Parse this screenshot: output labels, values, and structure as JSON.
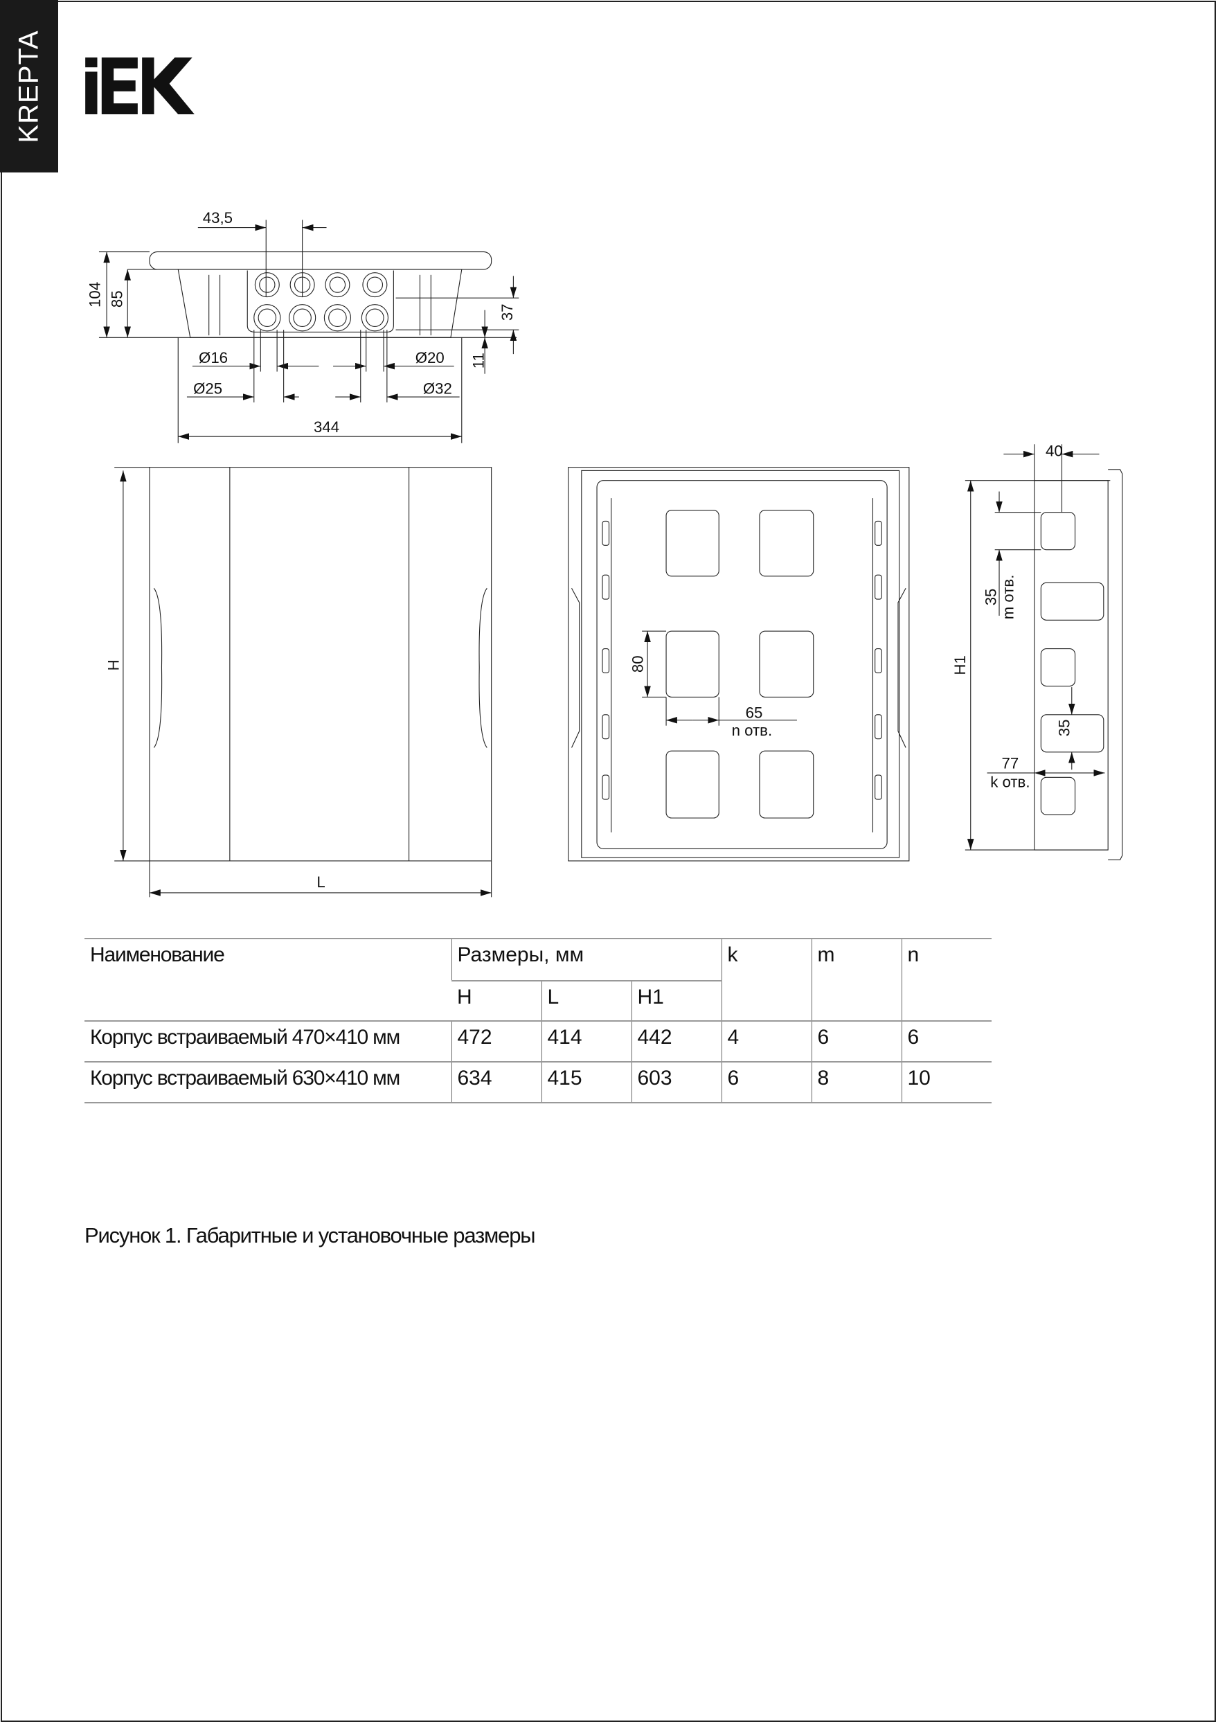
{
  "brand": {
    "series": "KREPTA",
    "logo": "IEK"
  },
  "top_view": {
    "pitch": "43,5",
    "height_total": "104",
    "height_body": "85",
    "row_spacing": "37",
    "bottom_offset": "11",
    "d16": "Ø16",
    "d20": "Ø20",
    "d25": "Ø25",
    "d32": "Ø32",
    "width": "344"
  },
  "front_view": {
    "height_label": "H",
    "length_label": "L"
  },
  "back_view": {
    "hole_height": "80",
    "hole_pitch": "65",
    "hole_count": "n отв."
  },
  "side_view": {
    "depth": "40",
    "height_label": "H1",
    "m_pitch": "35",
    "m_count": "m отв.",
    "k_height": "35",
    "k_pitch": "77",
    "k_count": "k отв."
  },
  "table": {
    "headers": {
      "name": "Наименование",
      "dims": "Размеры, мм",
      "H": "H",
      "L": "L",
      "H1": "H1",
      "k": "k",
      "m": "m",
      "n": "n"
    },
    "rows": [
      {
        "name": "Корпус встраиваемый 470×410 мм",
        "H": "472",
        "L": "414",
        "H1": "442",
        "k": "4",
        "m": "6",
        "n": "6"
      },
      {
        "name": "Корпус встраиваемый 630×410 мм",
        "H": "634",
        "L": "415",
        "H1": "603",
        "k": "6",
        "m": "8",
        "n": "10"
      }
    ]
  },
  "caption": "Рисунок 1. Габаритные и установочные размеры"
}
